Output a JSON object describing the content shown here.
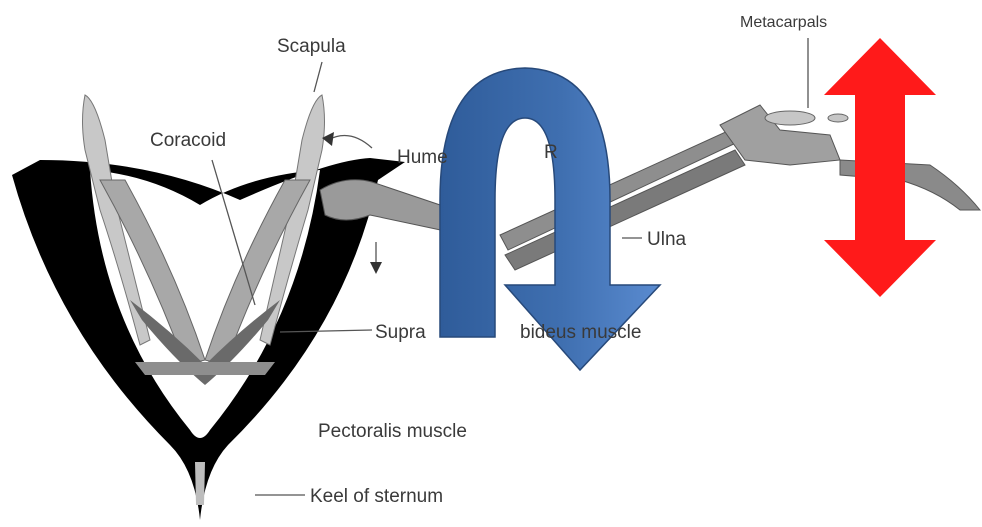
{
  "labels": {
    "scapula": "Scapula",
    "coracoid": "Coracoid",
    "humerus_partial": "Hume",
    "radius_partial": "R",
    "ulna": "Ulna",
    "metacarpals": "Metacarpals",
    "supracoracoideus_partial": "Supra",
    "supracoracoideus_tail": "bideus muscle",
    "pectoralis": "Pectoralis muscle",
    "keel": "Keel of sternum"
  },
  "colors": {
    "pectoralis": "#000000",
    "bone_light": "#c8c8c8",
    "bone_mid": "#8e8e8e",
    "bone_dark": "#6a6a6a",
    "rotation_arrow": "#3f6fb0",
    "updown_arrow": "#ff1a1a"
  },
  "icons": {
    "rotation": "curved-rotation-arrow",
    "flap": "double-headed-vertical-arrow"
  }
}
